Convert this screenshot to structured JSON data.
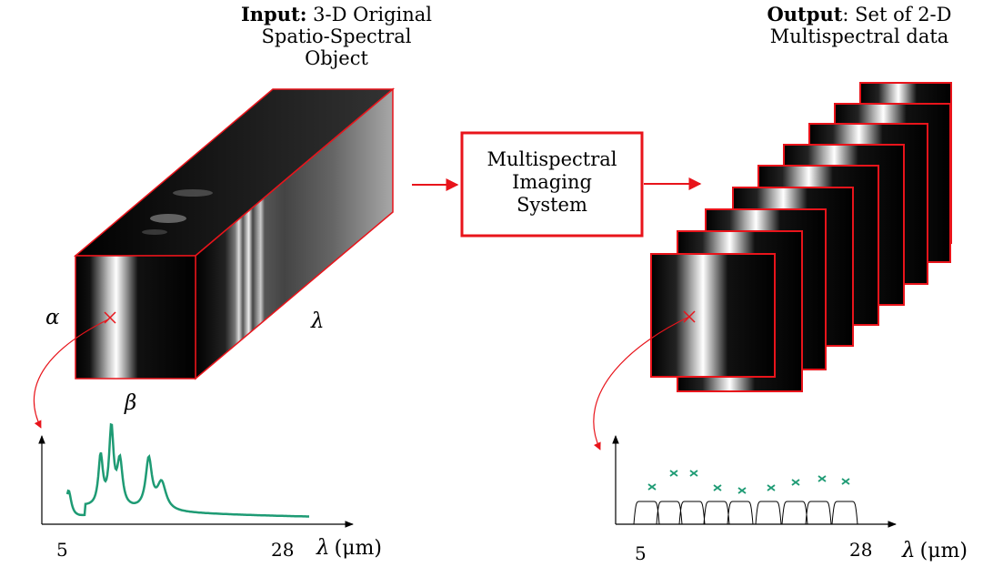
{
  "input_title": {
    "bold": "Input:",
    "rest": " 3-D Original",
    "line2": "Spatio-Spectral",
    "line3": "Object"
  },
  "output_title": {
    "bold": "Output",
    "rest": ": Set of 2-D",
    "line2": "Multispectral data"
  },
  "system": {
    "line1": "Multispectral",
    "line2": "Imaging",
    "line3": "System"
  },
  "cube_labels": {
    "alpha": "α",
    "beta": "β",
    "lambda": "λ"
  },
  "left_plot": {
    "tick_min": "5",
    "tick_max": "28",
    "axis_label_sym": "λ",
    "axis_label_unit": "(μm)"
  },
  "right_plot": {
    "tick_min": "5",
    "tick_max": "28",
    "axis_label_sym": "λ",
    "axis_label_unit": "(μm)"
  },
  "colors": {
    "accent": "#e8141b",
    "spectrum": "#1e9b74",
    "frame": "#e8141b"
  },
  "chart_data": {
    "type": "line",
    "left_spectrum_peaks": [
      5.5,
      8.5,
      9.5,
      10.3,
      13,
      14.2
    ],
    "right_markers": 9
  }
}
